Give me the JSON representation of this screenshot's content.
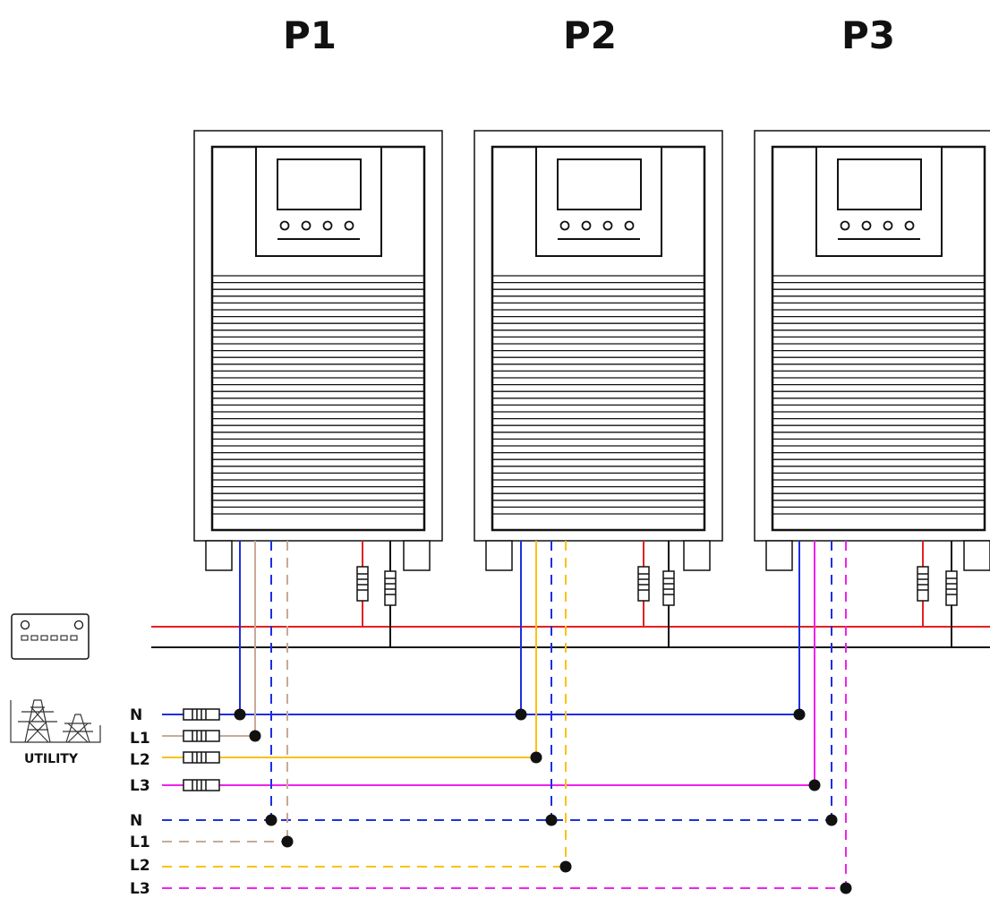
{
  "units": [
    {
      "id": "p1",
      "title": "P1"
    },
    {
      "id": "p2",
      "title": "P2"
    },
    {
      "id": "p3",
      "title": "P3"
    }
  ],
  "utility": {
    "label": "UTILITY"
  },
  "input_lines": [
    {
      "id": "n",
      "label": "N"
    },
    {
      "id": "l1",
      "label": "L1"
    },
    {
      "id": "l2",
      "label": "L2"
    },
    {
      "id": "l3",
      "label": "L3"
    }
  ],
  "output_lines": [
    {
      "id": "n",
      "label": "N"
    },
    {
      "id": "l1",
      "label": "L1"
    },
    {
      "id": "l2",
      "label": "L2"
    },
    {
      "id": "l3",
      "label": "L3"
    }
  ],
  "colors": {
    "neutral": "#1f2fe0",
    "l1": "#c8aa96",
    "l2": "#fbc210",
    "l3": "#ee22ee",
    "dc_positive": "#e42020",
    "dc_negative": "#111111",
    "outline": "#111111"
  }
}
